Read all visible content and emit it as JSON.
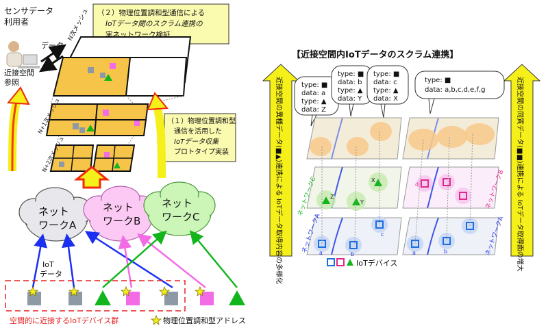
{
  "left": {
    "user_label": [
      "センサデータ",
      "利用者"
    ],
    "data_label": "データ",
    "nearby_ref": [
      "近接空間",
      "参照"
    ],
    "callout_top": [
      "（２）物理位置調和型通信による",
      "IoTデータ間のスクラム連携の",
      "実ネットワーク検証"
    ],
    "callout_mid": [
      "（１）物理位置調和型",
      "通信を活用した",
      "IoTデータ収集",
      "プロトタイプ実装"
    ],
    "mesh_labels": [
      "N次メッシュ",
      "N+1次メッシュ",
      "N+2次メッシュ"
    ],
    "networks": [
      "ネット\nワークA",
      "ネット\nワークB",
      "ネット\nワークC"
    ],
    "iot_data_label": [
      "IoT",
      "データ"
    ],
    "device_group_label": "空間的に近接するIoTデバイス群",
    "address_legend": "物理位置調和型アドレス"
  },
  "right": {
    "title": "【近接空間内IoTデータのスクラム連携】",
    "left_arrow_text": "近接空間の異種データ(■▲)連携による IoTデータ取得内容の多様化",
    "right_arrow_text": "近接空間の同質データ(■■)連携による IoTデータ取得面の増大",
    "bubbles": [
      [
        "type: ■",
        "data: a",
        "type: ▲",
        "data: Z"
      ],
      [
        "type: ■",
        "data: b",
        "type: ▲",
        "data: Y"
      ],
      [
        "type: ■",
        "data: c",
        "type: ▲",
        "data: X"
      ],
      [
        "type: ■",
        "data: a,b,c,d,e,f,g"
      ]
    ],
    "network_c_label": "ネットワークC",
    "network_a_label": "ネットワークA",
    "network_a_label2": "ネットワークA",
    "network_b_label": "ネットワークB",
    "triangle_letters": [
      "Z",
      "Y",
      "X"
    ],
    "square_letters_a": [
      "a",
      "b",
      "c"
    ],
    "square_letters_b": [
      "a",
      "b"
    ],
    "pink_letters": [
      "d"
    ],
    "device_legend": "IoTデバイス"
  },
  "colors": {
    "yellow": "#f5ef1a",
    "orange_mesh": "#f7c44a",
    "red_arrow": "#f12a0b",
    "blue": "#1a2ff0",
    "pink": "#f46be6",
    "green": "#13b51d",
    "gray_device": "#8d9aa6",
    "cloud_gray": "#e8e8ec",
    "cloud_pink": "#fbc9f3",
    "cloud_green": "#ccf5b8"
  }
}
